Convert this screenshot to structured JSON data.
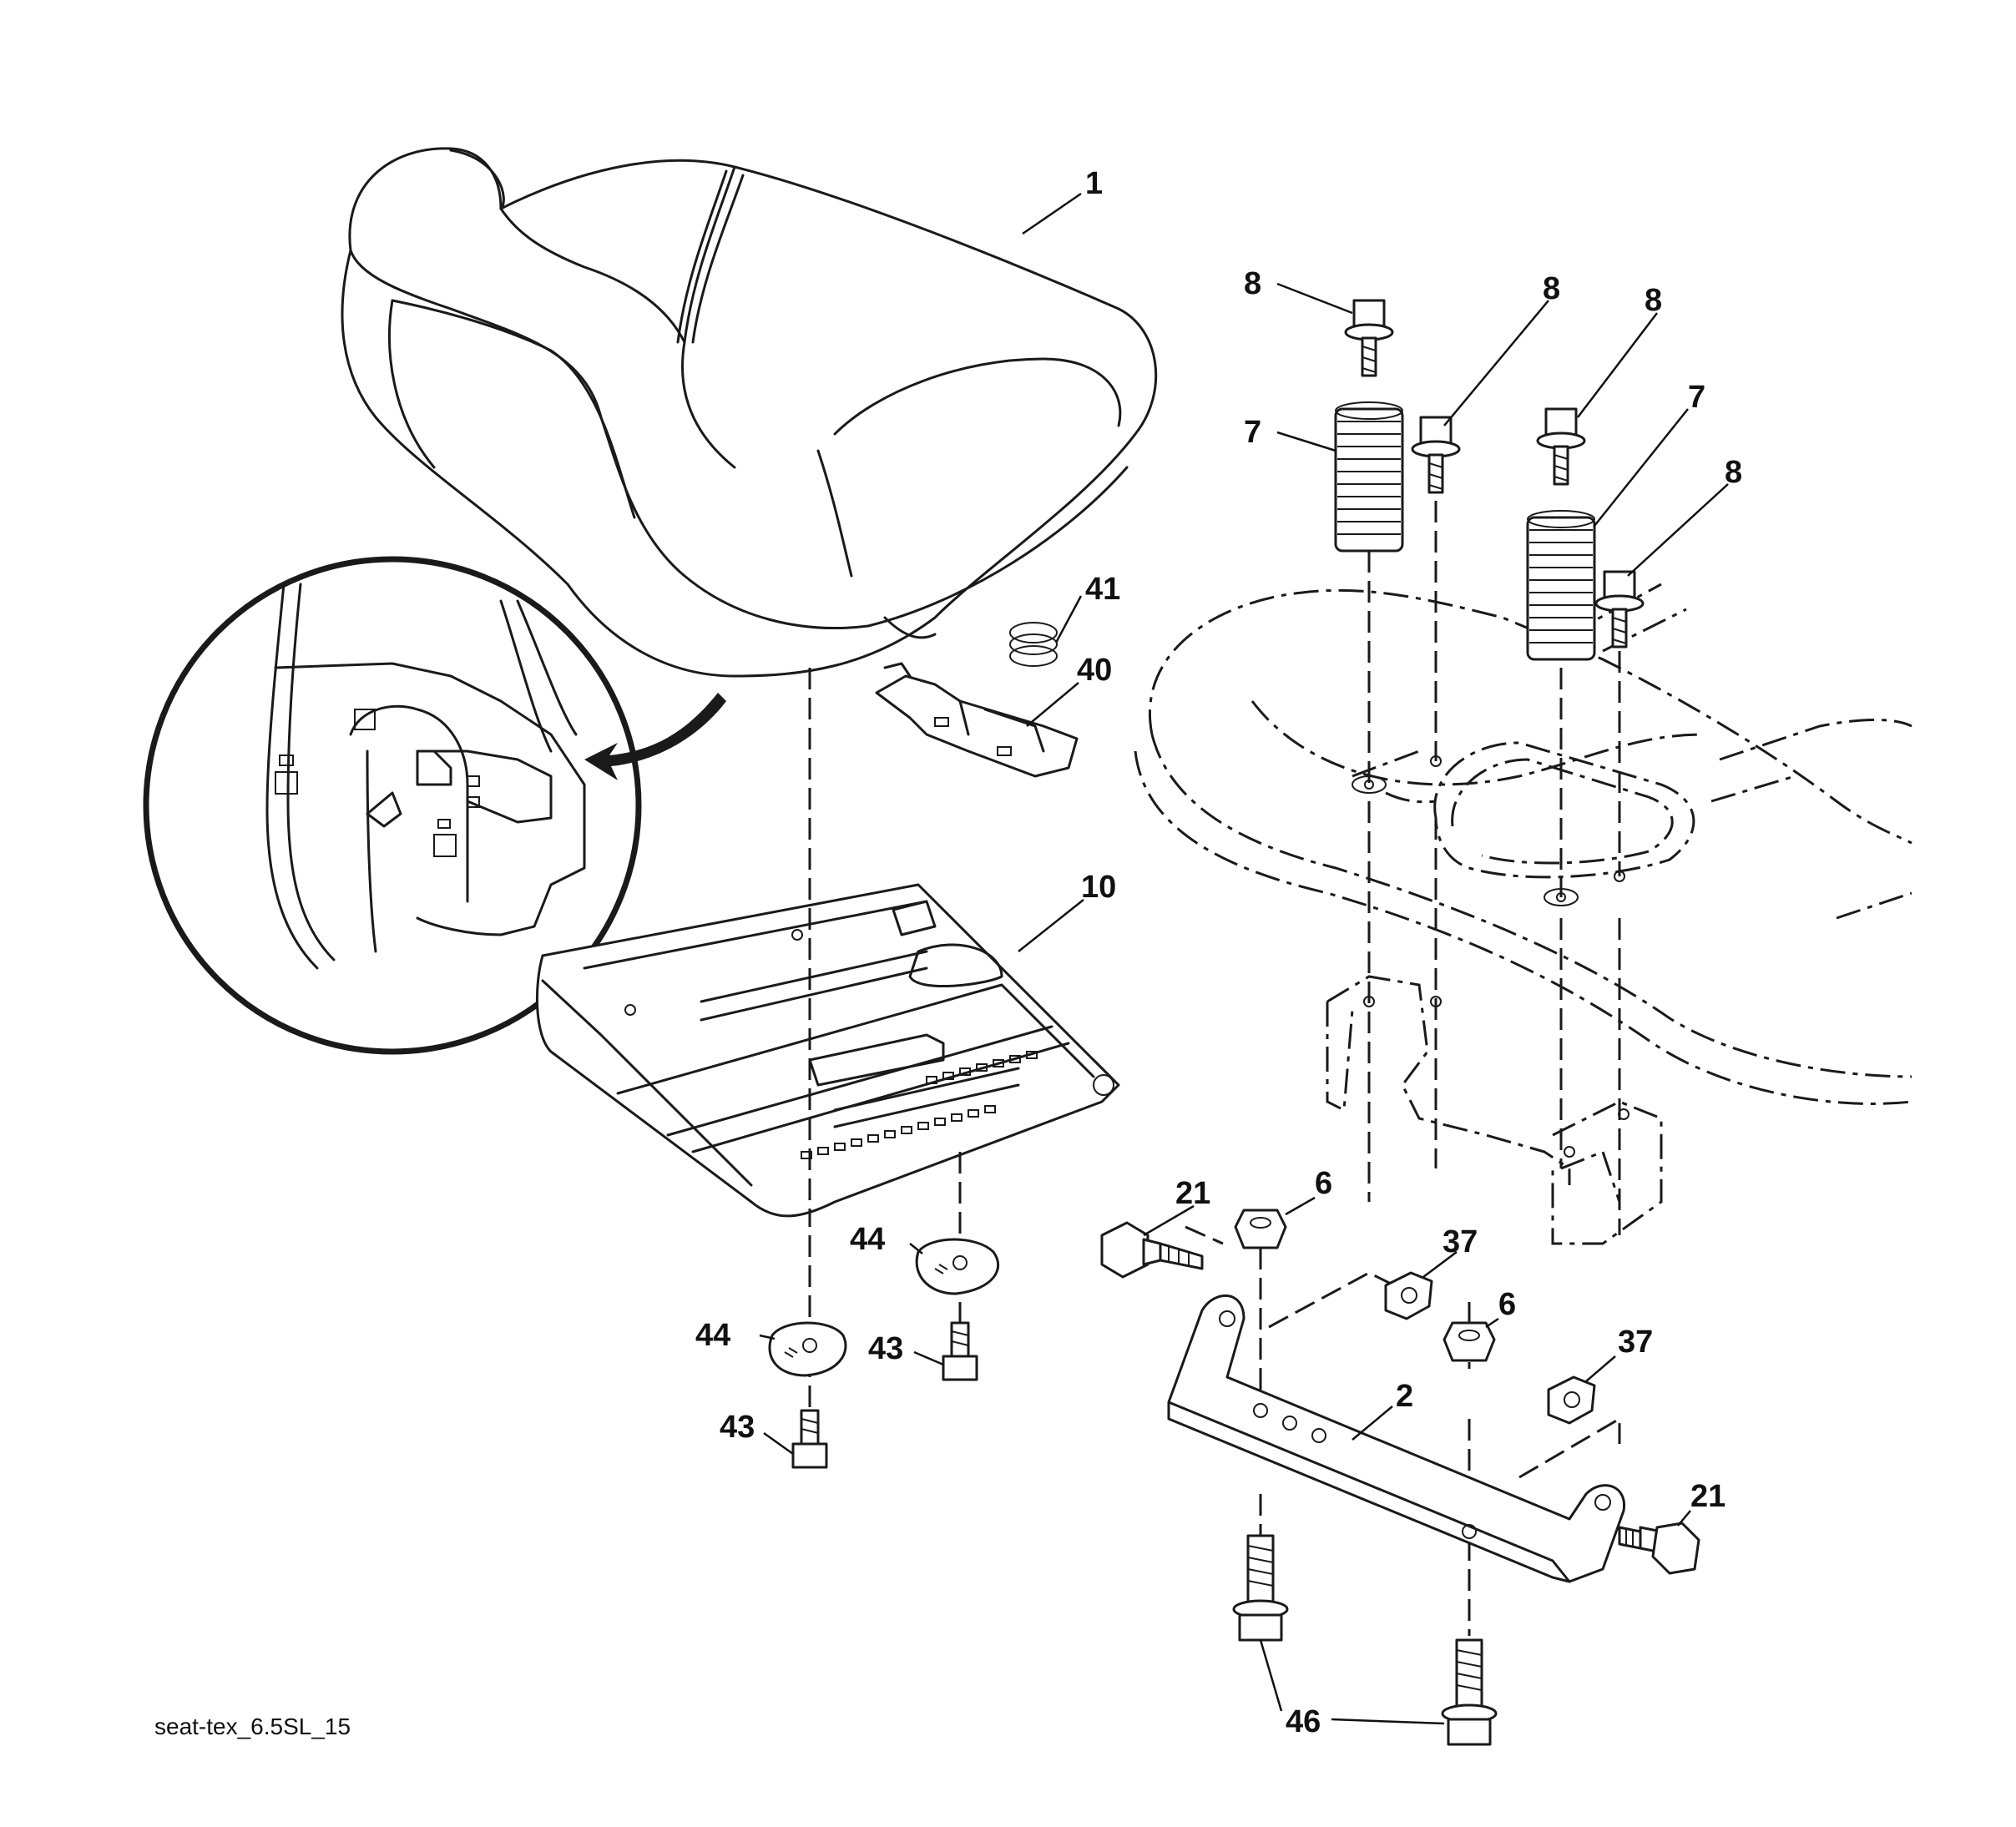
{
  "drawing_code": "seat-tex_6.5SL_15",
  "callouts": {
    "c1": "1",
    "c2": "2",
    "c6a": "6",
    "c6b": "6",
    "c7a": "7",
    "c7b": "7",
    "c8a": "8",
    "c8b": "8",
    "c8c": "8",
    "c8d": "8",
    "c10": "10",
    "c21a": "21",
    "c21b": "21",
    "c37a": "37",
    "c37b": "37",
    "c40": "40",
    "c41": "41",
    "c43a": "43",
    "c43b": "43",
    "c44a": "44",
    "c44b": "44",
    "c46": "46"
  }
}
